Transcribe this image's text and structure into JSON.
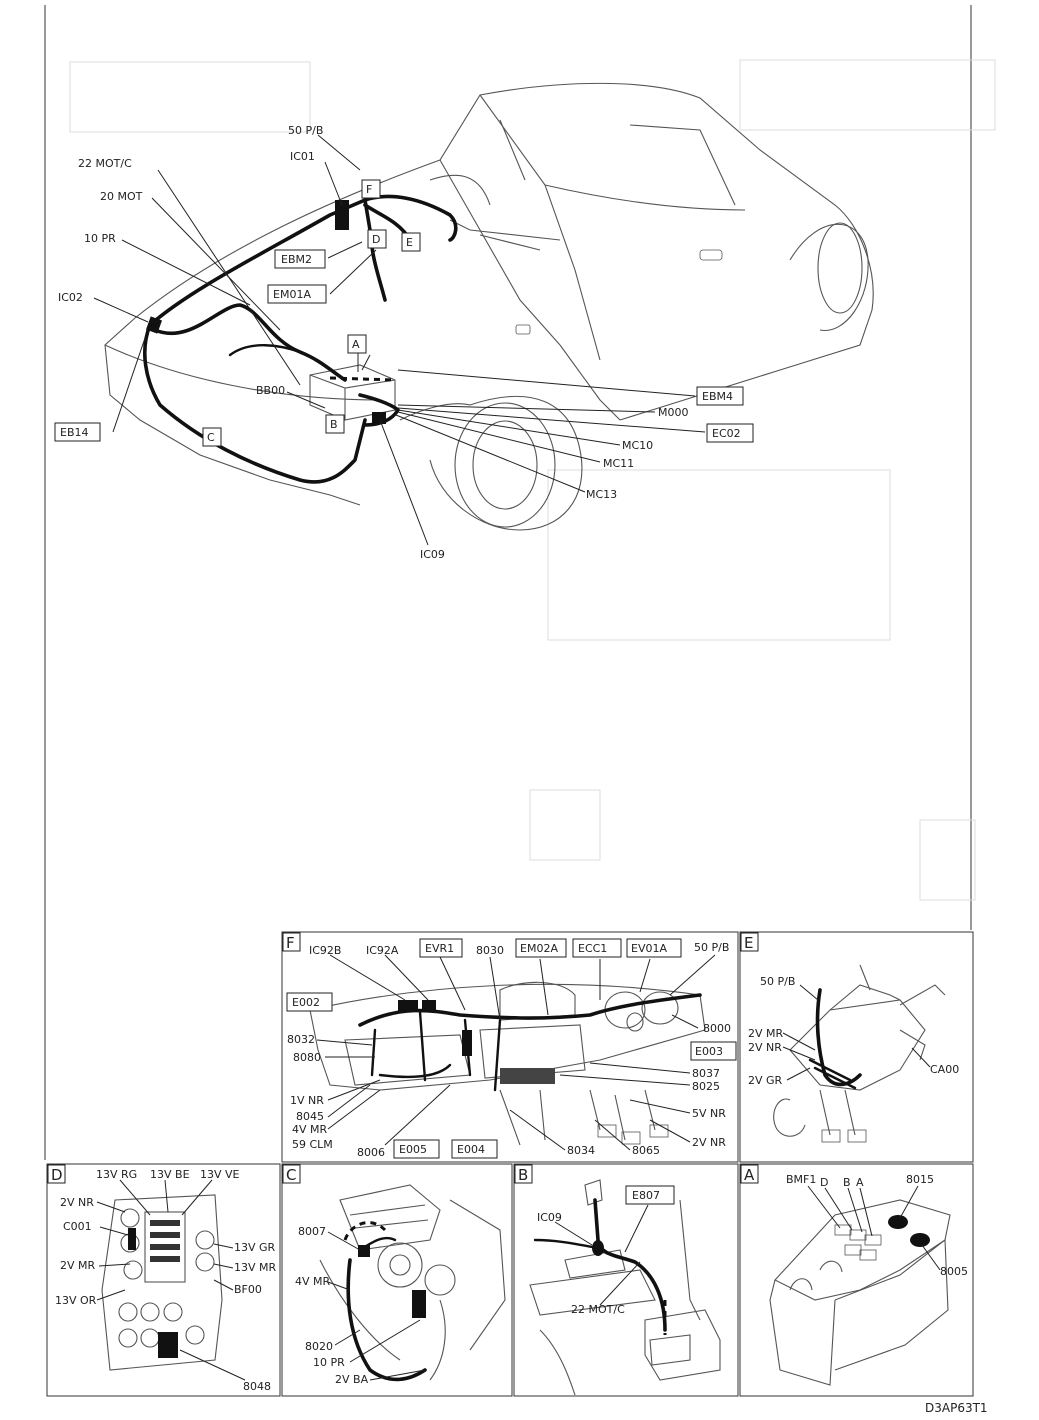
{
  "sheet_ref": "D3AP63T1",
  "main_view": {
    "callouts": [
      "50 P/B",
      "IC01",
      "22 MOT/C",
      "20 MOT",
      "10 PR",
      "IC02",
      "BB00",
      "M000",
      "MC10",
      "MC11",
      "MC13",
      "IC09"
    ],
    "boxed": [
      "EBM2",
      "EM01A",
      "EB14",
      "EBM4",
      "EC02"
    ],
    "zones": [
      "F",
      "D",
      "E",
      "A",
      "B",
      "C"
    ]
  },
  "panel_F": {
    "tag": "F",
    "callouts": [
      "IC92B",
      "IC92A",
      "8030",
      "50 P/B",
      "8000",
      "8032",
      "8080",
      "8037",
      "8025",
      "1V NR",
      "8045",
      "4V MR",
      "59 CLM",
      "8006",
      "8034",
      "8065",
      "5V NR",
      "2V NR"
    ],
    "boxed": [
      "EVR1",
      "EM02A",
      "ECC1",
      "EV01A",
      "E002",
      "E003",
      "E005",
      "E004"
    ]
  },
  "panel_E": {
    "tag": "E",
    "callouts": [
      "50 P/B",
      "2V MR",
      "2V NR",
      "2V GR",
      "CA00"
    ]
  },
  "panel_D": {
    "tag": "D",
    "callouts": [
      "13V RG",
      "13V BE",
      "13V VE",
      "2V NR",
      "C001",
      "2V MR",
      "13V GR",
      "13V MR",
      "BF00",
      "13V OR",
      "8048"
    ]
  },
  "panel_C": {
    "tag": "C",
    "callouts": [
      "8007",
      "4V MR",
      "8020",
      "10 PR",
      "2V BA"
    ]
  },
  "panel_B": {
    "tag": "B",
    "callouts": [
      "IC09",
      "22 MOT/C"
    ],
    "boxed": [
      "E807"
    ]
  },
  "panel_A": {
    "tag": "A",
    "callouts": [
      "BMF1",
      "D",
      "B",
      "A",
      "8015",
      "8005"
    ]
  }
}
